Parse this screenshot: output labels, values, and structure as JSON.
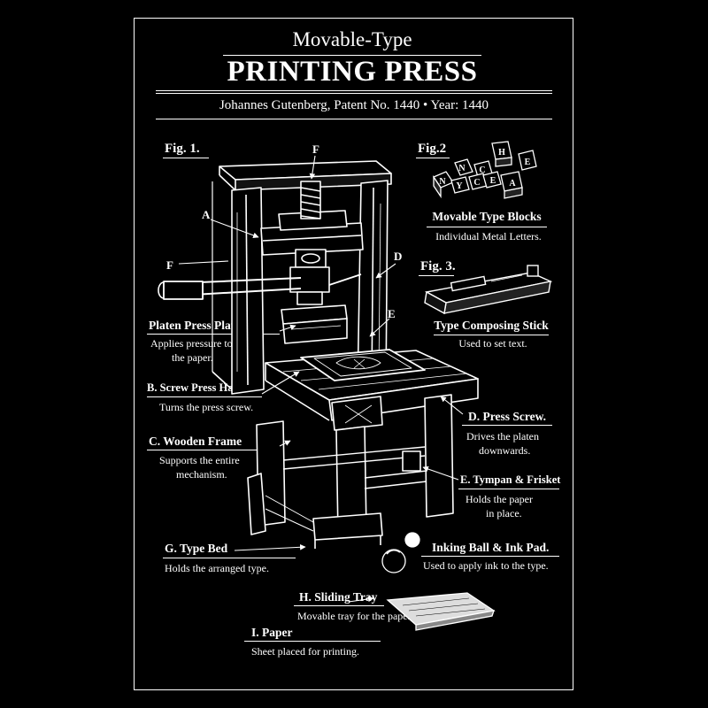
{
  "header": {
    "subtitle": "Movable-Type",
    "title": "PRINTING PRESS",
    "byline": "Johannes Gutenberg,  Patent No. 1440 • Year: 1440"
  },
  "figures": {
    "fig1": "Fig. 1.",
    "fig2": "Fig.2",
    "fig3": "Fig. 3."
  },
  "letters": {
    "a": "A",
    "d": "D",
    "e": "E",
    "f_top": "F",
    "f_left": "F"
  },
  "type_blocks": {
    "glyphs": [
      "N",
      "C",
      "H",
      "E",
      "N",
      "Y",
      "C",
      "E",
      "A"
    ],
    "label": "Movable Type Blocks",
    "desc": "Individual Metal Letters."
  },
  "composing_stick": {
    "label": "Type Composing Stick",
    "desc": "Used to set text."
  },
  "callouts": {
    "platen": {
      "label": "Platen Press Plate",
      "desc1": "Applies pressure to",
      "desc2": "the paper."
    },
    "screw_handle": {
      "label": "B. Screw Press Handle.",
      "desc1": "Turns the press screw."
    },
    "wooden_frame": {
      "label": "C. Wooden Frame",
      "desc1": "Supports the entire",
      "desc2": "mechanism."
    },
    "press_screw": {
      "label": "D. Press Screw.",
      "desc1": "Drives the platen",
      "desc2": "downwards."
    },
    "tympan": {
      "label": "E. Tympan & Frisket",
      "desc1": "Holds the paper",
      "desc2": "in place."
    },
    "type_bed": {
      "label": "G. Type Bed",
      "desc1": "Holds the arranged type."
    },
    "inking": {
      "label": "Inking Ball & Ink Pad.",
      "desc1": "Used to apply ink to the type."
    },
    "sliding_tray": {
      "label": "H. Sliding Tray",
      "desc1": "Movable tray for the paper."
    },
    "paper": {
      "label": "I. Paper",
      "desc1": "Sheet placed for printing."
    }
  },
  "colors": {
    "background": "#000000",
    "ink": "#ffffff"
  }
}
